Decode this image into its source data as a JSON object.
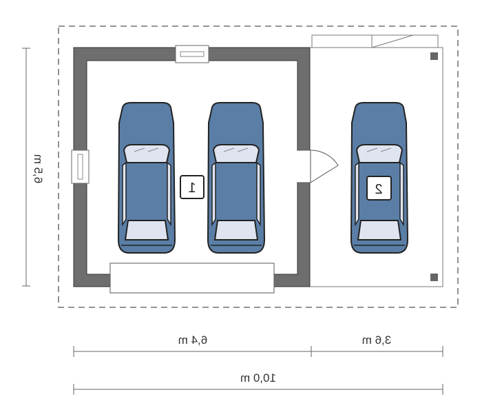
{
  "dimensions": {
    "height": "6,5 m",
    "left_width": "6,4 m",
    "right_width": "3,6 m",
    "total_width": "10,0 m"
  },
  "spaces": [
    {
      "label": "1"
    },
    {
      "label": "2"
    }
  ],
  "colors": {
    "wall": "#6e6e6e",
    "car_body": "#5a7ea6",
    "car_glass": "#dfe4f0",
    "outline": "#222222"
  }
}
